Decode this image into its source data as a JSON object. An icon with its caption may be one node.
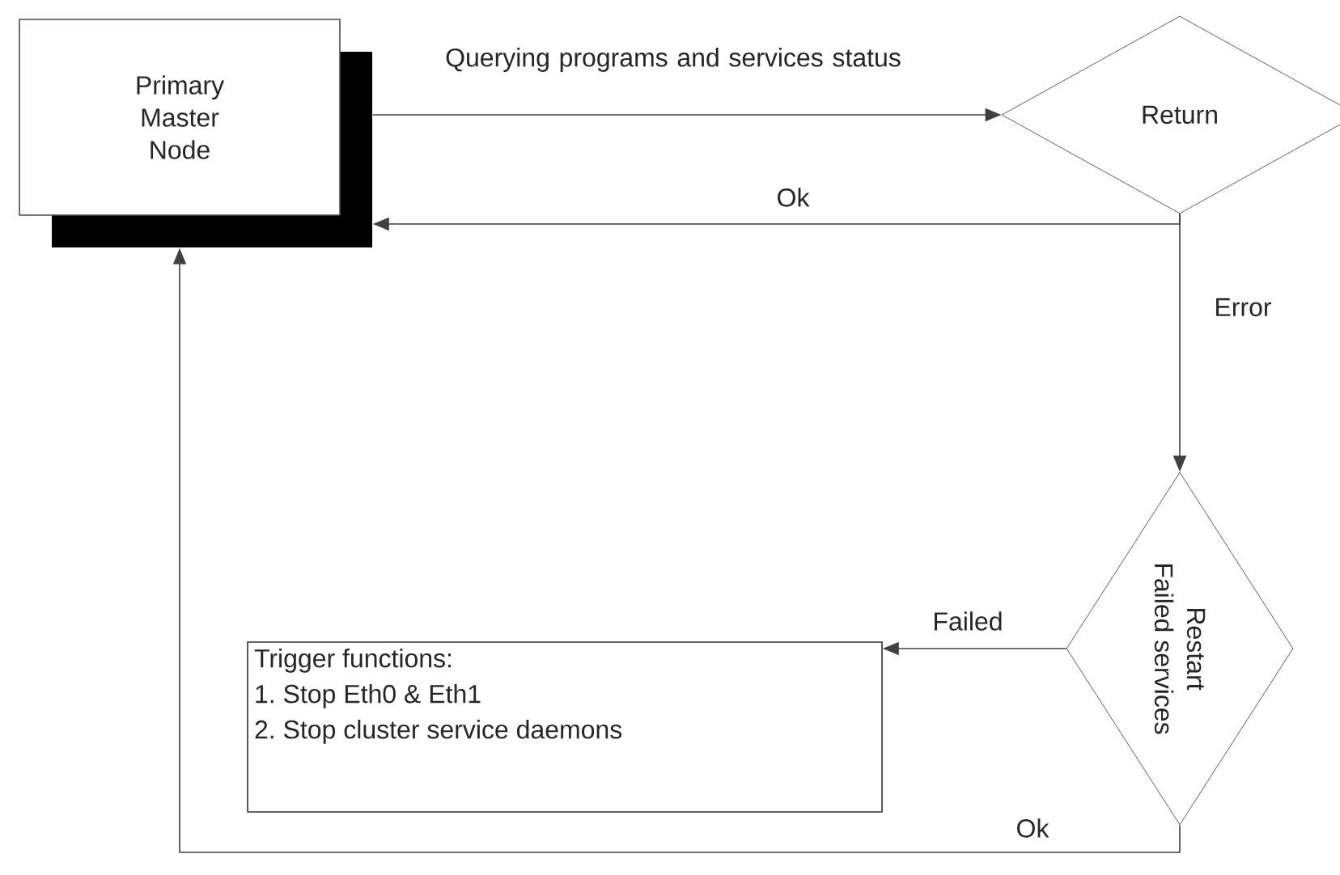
{
  "diagram": {
    "nodes": [
      {
        "text": [
          "Primary Master Node"
        ]
      },
      {
        "text": [
          "Return"
        ]
      },
      {
        "text": [
          "Restart",
          "Failed services"
        ]
      },
      {
        "text": [
          "Trigger functions:",
          "1. Stop Eth0 & Eth1",
          "2. Stop cluster service daemons"
        ]
      }
    ],
    "edges": [
      {
        "from": 0,
        "to": 1,
        "arrow": "to",
        "label": "Querying programs and services status"
      },
      {
        "from": 1,
        "to": 0,
        "arrow": "to",
        "label": "Ok"
      },
      {
        "from": 1,
        "to": 2,
        "arrow": "to",
        "label": "Error"
      },
      {
        "from": 2,
        "to": 3,
        "arrow": "to",
        "label": "Failed"
      },
      {
        "from": 2,
        "to": 0,
        "arrow": "to",
        "label": "Ok"
      }
    ]
  }
}
